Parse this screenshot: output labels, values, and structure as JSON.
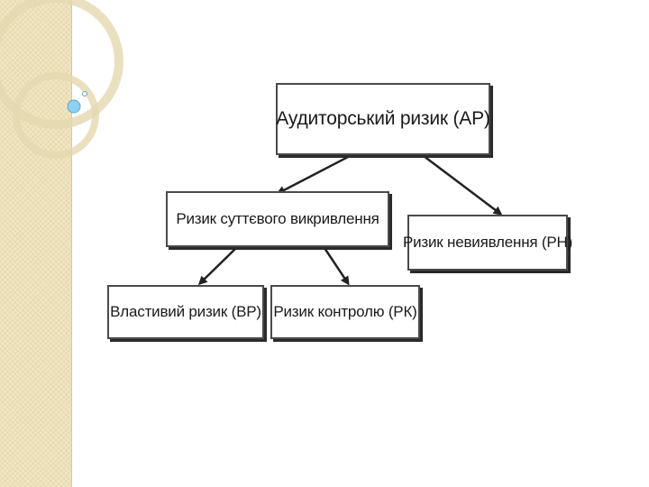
{
  "diagram": {
    "root": "Аудиторський ризик (АР)",
    "level2": {
      "left": "Ризик суттєвого викривлення",
      "right": "Ризик невиявлення (РН)"
    },
    "level3": {
      "left": "Властивий ризик (ВР)",
      "right": "Ризик контролю (РК)"
    }
  },
  "colors": {
    "side_strip": "#f1e6c2",
    "box_border": "#4a4a4a",
    "arrow": "#222222",
    "bullet": "#8fd0f0"
  }
}
